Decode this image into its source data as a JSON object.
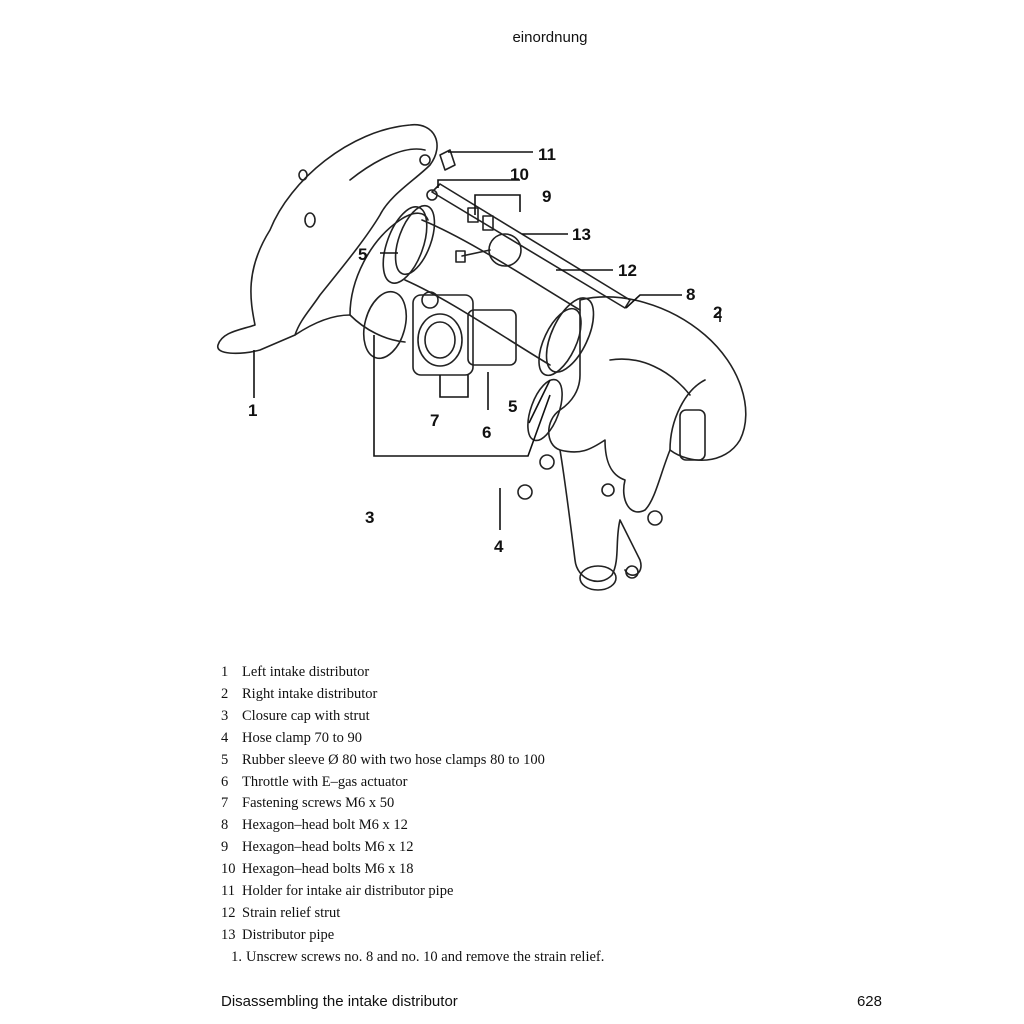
{
  "header": {
    "title": "einordnung"
  },
  "figure": {
    "callouts": [
      "1",
      "2",
      "3",
      "4",
      "5",
      "5",
      "6",
      "7",
      "8",
      "9",
      "10",
      "11",
      "12",
      "13"
    ]
  },
  "legend": {
    "items": [
      {
        "num": "1",
        "text": "Left intake distributor"
      },
      {
        "num": "2",
        "text": "Right intake distributor"
      },
      {
        "num": "3",
        "text": "Closure cap with strut"
      },
      {
        "num": "4",
        "text": "Hose clamp 70 to 90"
      },
      {
        "num": "5",
        "text": "Rubber sleeve Ø 80 with two hose clamps 80 to 100"
      },
      {
        "num": "6",
        "text": "Throttle with E–gas actuator"
      },
      {
        "num": "7",
        "text": "Fastening screws M6 x 50"
      },
      {
        "num": "8",
        "text": "Hexagon–head bolt M6 x 12"
      },
      {
        "num": "9",
        "text": "Hexagon–head bolts M6 x 12"
      },
      {
        "num": "10",
        "text": "Hexagon–head bolts M6 x 18"
      },
      {
        "num": "11",
        "text": "Holder for intake air distributor pipe"
      },
      {
        "num": "12",
        "text": "Strain relief strut"
      },
      {
        "num": "13",
        "text": "Distributor pipe"
      }
    ],
    "instruction": {
      "num": "1.",
      "text": "Unscrew screws no. 8 and no. 10 and remove the strain relief."
    }
  },
  "footer": {
    "title": "Disassembling the intake distributor",
    "page": "628"
  }
}
